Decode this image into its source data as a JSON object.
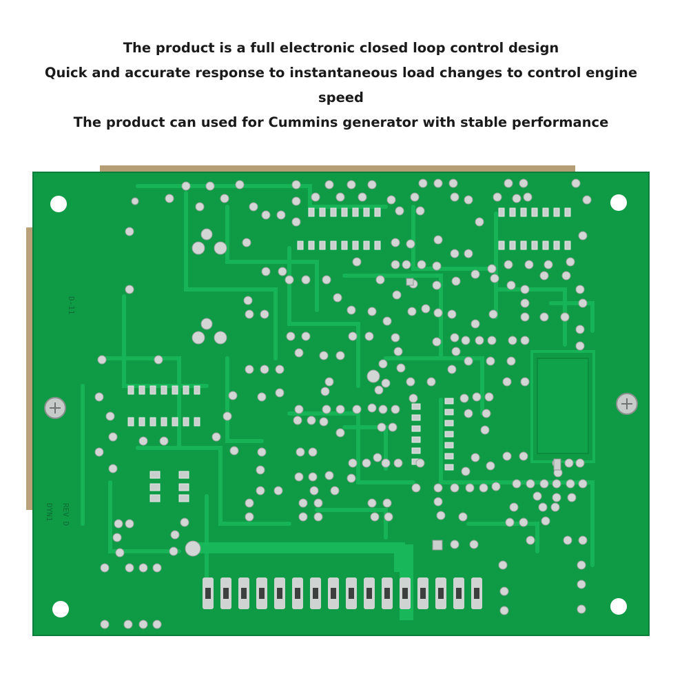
{
  "caption": {
    "lines": [
      "The product is a full electronic closed loop control design",
      "Quick and accurate response to instantaneous load changes to control engine speed",
      "The product can used for Cummins generator with stable performance"
    ]
  },
  "board": {
    "colors": {
      "substrate": "#0f9a45",
      "trace": "#16b253",
      "pad": "#c9cfcc",
      "hole": "#ffffff",
      "backing": "#b9a27a"
    },
    "silkscreen": {
      "rev_label": "REV D",
      "part_label": "DYN1",
      "side_label": "D-11"
    }
  }
}
